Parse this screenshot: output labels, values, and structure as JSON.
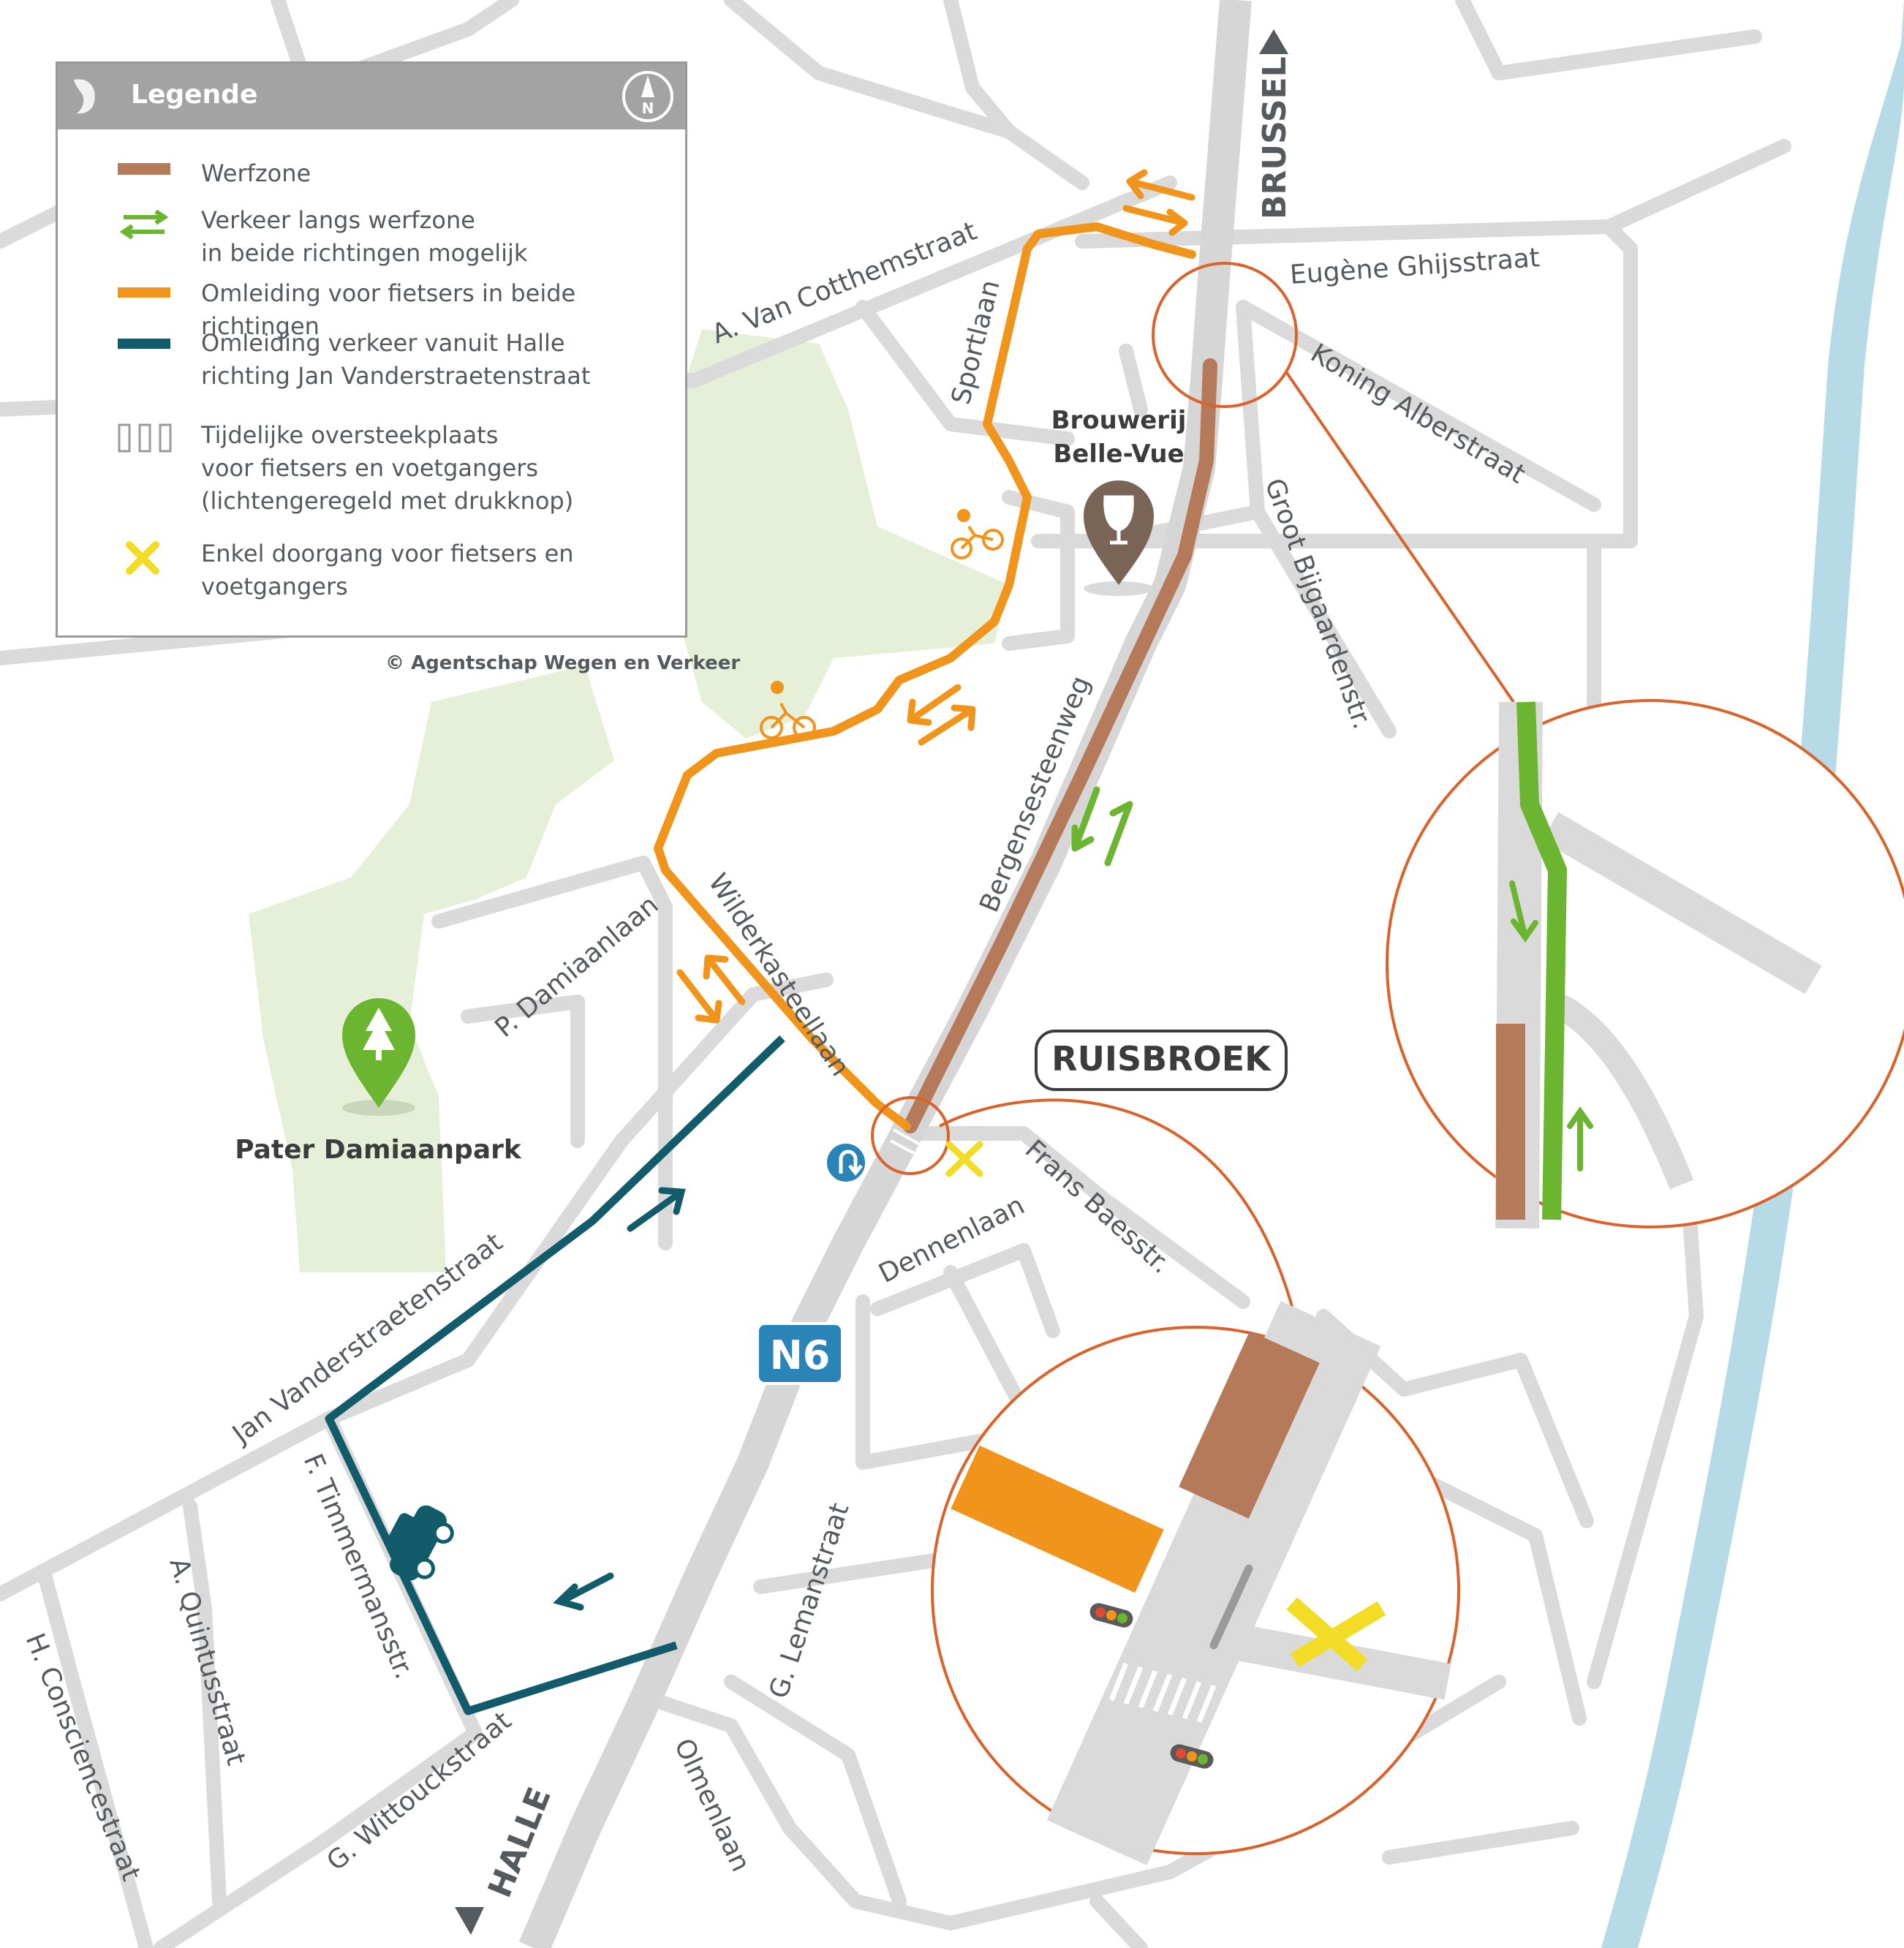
{
  "legend": {
    "title": "Legende",
    "items": [
      {
        "label": "Werfzone",
        "color": "#b47a59"
      },
      {
        "label": "Verkeer langs werfzone\nin beide richtingen mogelijk",
        "color": "#6cb530"
      },
      {
        "label": "Omleiding voor fietsers in beide richtingen",
        "color": "#f0941c"
      },
      {
        "label": "Omleiding verkeer vanuit Halle\nrichting Jan Vanderstraetenstraat",
        "color": "#125b6b"
      },
      {
        "label": "Tijdelijke oversteekplaats\nvoor fietsers en voetgangers\n(lichtengeregeld met drukknop)",
        "color": "#9a9a9a"
      },
      {
        "label": "Enkel doorgang voor fietsers en\nvoetgangers",
        "color": "#f3dc25"
      }
    ],
    "north": "N"
  },
  "copyright": "© Agentschap Wegen en Verkeer",
  "directions": {
    "north": "BRUSSEL",
    "south": "HALLE"
  },
  "route_shield": "N6",
  "places": {
    "brewery": "Brouwerij\nBelle-Vue",
    "town": "RUISBROEK",
    "park": "Pater Damiaanpark"
  },
  "streets": {
    "van_cotthem": "A. Van Cotthemstraat",
    "sportlaan": "Sportlaan",
    "ghijs": "Eugène Ghijsstraat",
    "albert": "Koning Alberstraat",
    "bijgaarden": "Groot Bijgaardenstr.",
    "bergense": "Bergensesteenweg",
    "wilderkasteel": "Wilderkasteellaan",
    "damiaan": "P. Damiaanlaan",
    "baess": "Frans Baesstr.",
    "dennen": "Dennenlaan",
    "vanderstraeten": "Jan Vanderstraetenstraat",
    "timmermans": "F. Timmermansstr.",
    "quintus": "A. Quintusstraat",
    "conscience": "H. Consciencestraat",
    "lemans": "G. Lemanstraat",
    "wittouck": "G. Wittouckstraat",
    "olmen": "Olmenlaan"
  },
  "colors": {
    "road": "#dadada",
    "main_road": "#d6d6d6",
    "park": "#e6efd8",
    "river": "#b7dbe6",
    "werfzone": "#b47a59",
    "traffic": "#6cb530",
    "bike": "#f0941c",
    "detour": "#125b6b",
    "zoom_ring": "#d9632a",
    "crossing_block": "#f3dc25",
    "shield": "#2a84b8"
  }
}
